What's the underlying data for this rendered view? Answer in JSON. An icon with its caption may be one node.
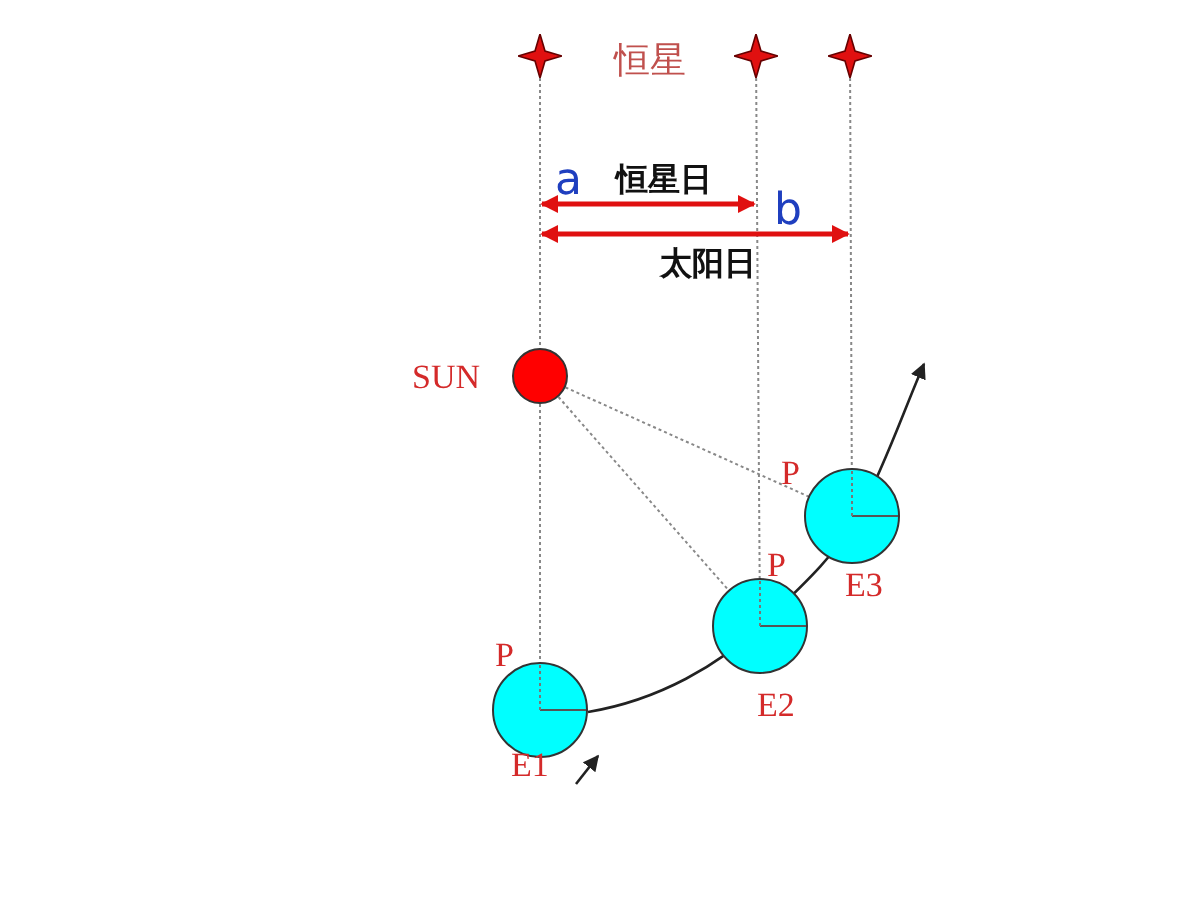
{
  "diagram": {
    "nodes": [
      {
        "text": [],
        "shape": "star"
      },
      {
        "text": [],
        "shape": "star"
      },
      {
        "text": [],
        "shape": "star"
      },
      {
        "text": [],
        "shape": "circle",
        "beside": [
          "SUN"
        ]
      },
      {
        "text": [],
        "shape": "circle",
        "beside": [
          "P",
          "E1"
        ]
      },
      {
        "text": [],
        "shape": "circle",
        "beside": [
          "P",
          "E2"
        ]
      },
      {
        "text": [],
        "shape": "circle",
        "beside": [
          "P",
          "E3"
        ]
      }
    ],
    "edges": [
      {
        "from": 0,
        "to": 3,
        "arrow": "none",
        "style": "dashed"
      },
      {
        "from": 3,
        "to": 4,
        "arrow": "none",
        "style": "dashed"
      },
      {
        "from": 1,
        "to": 5,
        "arrow": "none",
        "style": "dashed"
      },
      {
        "from": 2,
        "to": 6,
        "arrow": "none",
        "style": "dashed"
      },
      {
        "from": 3,
        "to": 5,
        "arrow": "none",
        "style": "dashed"
      },
      {
        "from": 3,
        "to": 6,
        "arrow": "none",
        "style": "dashed"
      },
      {
        "from": 4,
        "to": null,
        "arrow": "to",
        "color": "#222222"
      }
    ],
    "labels": [
      "恒星",
      "a",
      "恒星日",
      "b",
      "太阳日"
    ]
  }
}
